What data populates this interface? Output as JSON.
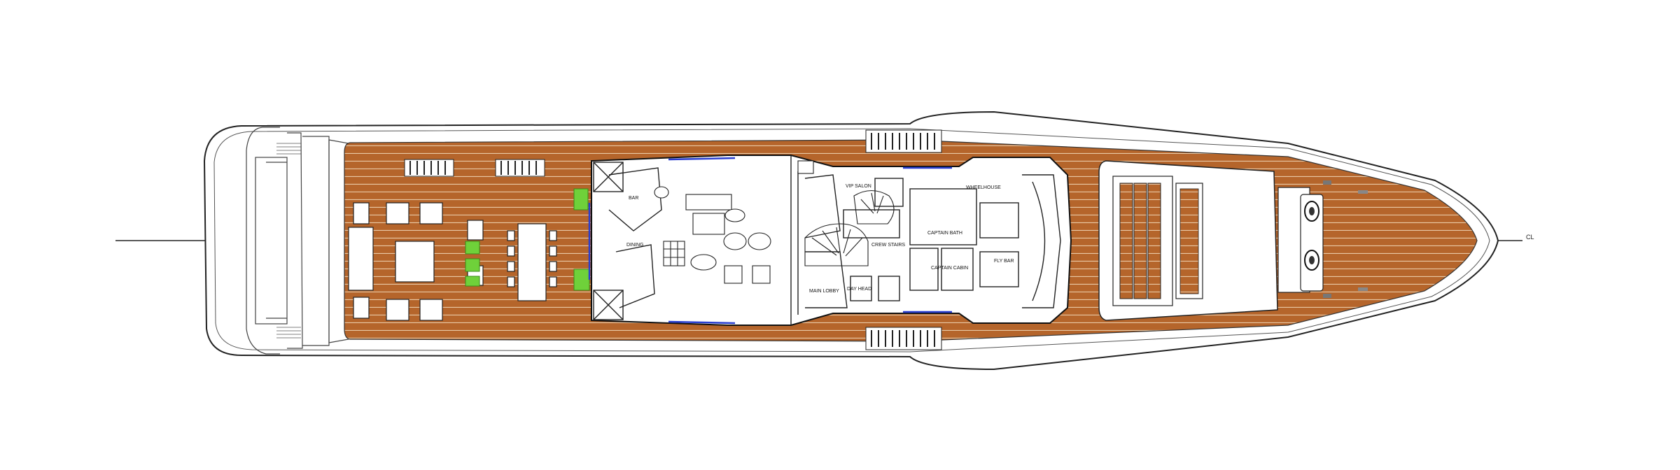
{
  "plan": {
    "centerline_label": "CL",
    "rooms": {
      "bar": "BAR",
      "main_lobby": "MAIN LOBBY",
      "vip_salon": "VIP SALON",
      "wheelhouse": "WHEELHOUSE",
      "captain_bath": "CAPTAIN BATH",
      "captain_cabin": "CAPTAIN CABIN",
      "day_head": "DAY HEAD",
      "crew_stairs": "CREW STAIRS",
      "dining": "DINING",
      "fly_bar": "FLY BAR"
    }
  },
  "colors": {
    "teak": "#b5652b",
    "teak_line": "#e9c9a6",
    "plant": "#6fd13a",
    "glass": "#2a3fd0",
    "line": "#222222"
  }
}
